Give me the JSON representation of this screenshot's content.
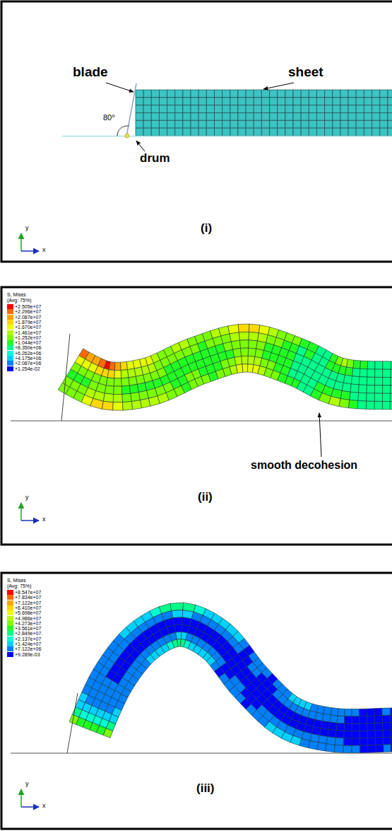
{
  "diagram": {
    "labels": [
      "blade",
      "sheet",
      "80⁰",
      "drum",
      "y",
      "x",
      "(i)",
      "S, Mises",
      "(Avg: 75%)",
      "y",
      "x",
      "(ii)",
      "smooth decohesion",
      "S, Mises",
      "(Avg: 75%)",
      "y",
      "x",
      "(iii)"
    ],
    "legend": [
      {
        "text": "+2.505e+07",
        "color": "#ff0000"
      },
      {
        "text": "+2.296e+07",
        "color": "#ff6a00"
      },
      {
        "text": "+2.087e+07",
        "color": "#ffa600"
      },
      {
        "text": "+1.879e+07",
        "color": "#ffd800"
      },
      {
        "text": "+1.670e+07",
        "color": "#e8ff00"
      },
      {
        "text": "+1.461e+07",
        "color": "#b2ff00"
      },
      {
        "text": "+1.252e+07",
        "color": "#7cff00"
      },
      {
        "text": "+1.044e+07",
        "color": "#22ff22"
      },
      {
        "text": "+8.350e+06",
        "color": "#00ff8a"
      },
      {
        "text": "+6.262e+06",
        "color": "#00ffd2"
      },
      {
        "text": "+4.175e+06",
        "color": "#00d2ff"
      },
      {
        "text": "+2.087e+06",
        "color": "#0080ff"
      },
      {
        "text": "+1.254e-02",
        "color": "#0000ff"
      },
      {
        "text": "+8.547e+07",
        "color": "#ff0000"
      },
      {
        "text": "+7.834e+07",
        "color": "#ff6a00"
      },
      {
        "text": "+7.122e+07",
        "color": "#ffa600"
      },
      {
        "text": "+6.410e+07",
        "color": "#ffd800"
      },
      {
        "text": "+5.698e+07",
        "color": "#e8ff00"
      },
      {
        "text": "+4.986e+07",
        "color": "#b2ff00"
      },
      {
        "text": "+4.273e+07",
        "color": "#7cff00"
      },
      {
        "text": "+3.561e+07",
        "color": "#22ff22"
      },
      {
        "text": "+2.849e+07",
        "color": "#00ff8a"
      },
      {
        "text": "+2.137e+07",
        "color": "#00ffd2"
      },
      {
        "text": "+1.424e+07",
        "color": "#00d2ff"
      },
      {
        "text": "+7.122e+06",
        "color": "#0080ff"
      },
      {
        "text": "+9.289e-03",
        "color": "#0000ff"
      }
    ]
  }
}
